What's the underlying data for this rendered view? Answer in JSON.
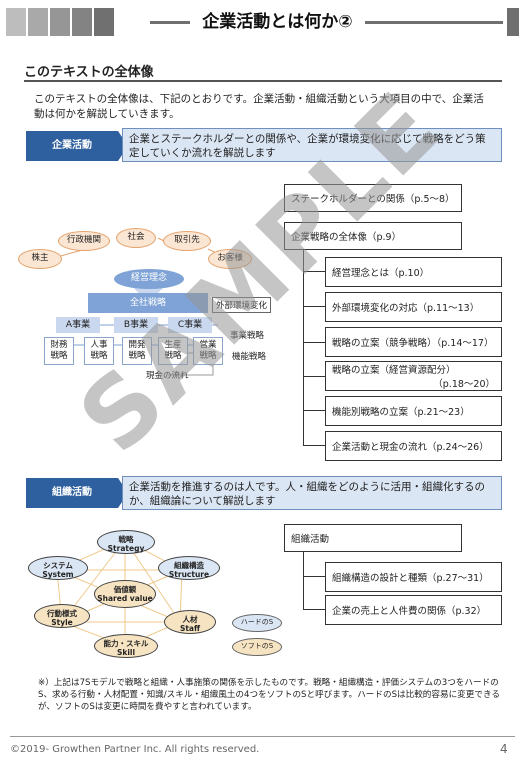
{
  "header": {
    "title": "企業活動とは何か②",
    "block_colors": [
      "#bdbdbd",
      "#a9a9a9",
      "#969696",
      "#838383",
      "#707070"
    ]
  },
  "subtitle": "このテキストの全体像",
  "intro": "このテキストの全体像は、下記のとおりです。企業活動・組織活動という大項目の中で、企業活動は何かを解説していきます。",
  "section1": {
    "label": "企業活動",
    "text": "企業とステークホルダーとの関係や、企業が環境変化に応じて戦略をどう策定していくか流れを解説します",
    "diagram": {
      "stakeholders": [
        "株主",
        "行政機関",
        "社会",
        "取引先",
        "お客様"
      ],
      "philosophy": "経営理念",
      "strategy": "全社戦略",
      "business": [
        "A事業",
        "B事業",
        "C事業"
      ],
      "functions": [
        {
          "line1": "財務",
          "line2": "戦略"
        },
        {
          "line1": "人事",
          "line2": "戦略"
        },
        {
          "line1": "開発",
          "line2": "戦略"
        },
        {
          "line1": "生産",
          "line2": "戦略"
        },
        {
          "line1": "営業",
          "line2": "戦略"
        }
      ],
      "external": "外部環境変化",
      "biz_strategy": "事業戦略",
      "func_strategy": "機能戦略",
      "cash_flow": "現金の流れ"
    },
    "toc_main": [
      "ステークホルダーとの関係（p.5〜8）",
      "企業戦略の全体像（p.9）"
    ],
    "toc_sub": [
      {
        "text": "経営理念とは（p.10）",
        "sub": ""
      },
      {
        "text": "外部環境変化の対応（p.11〜13）",
        "sub": ""
      },
      {
        "text": "戦略の立案（競争戦略）（p.14〜17）",
        "sub": ""
      },
      {
        "text": "戦略の立案（経営資源配分）",
        "sub": "（p.18〜20）"
      },
      {
        "text": "機能別戦略の立案（p.21〜23）",
        "sub": ""
      },
      {
        "text": "企業活動と現金の流れ（p.24〜26）",
        "sub": ""
      }
    ]
  },
  "section2": {
    "label": "組織活動",
    "text": "企業活動を推進するのは人です。人・組織をどのように活用・組織化するのか、組織論について解説します",
    "diagram": {
      "nodes": [
        {
          "ja": "戦略",
          "en": "Strategy"
        },
        {
          "ja": "システム",
          "en": "System"
        },
        {
          "ja": "組織構造",
          "en": "Structure"
        },
        {
          "ja": "価値観",
          "en": "Shared value"
        },
        {
          "ja": "行動様式",
          "en": "Style"
        },
        {
          "ja": "人材",
          "en": "Staff"
        },
        {
          "ja": "能力・スキル",
          "en": "Skill"
        }
      ],
      "legend_hard": "ハードのS",
      "legend_soft": "ソフトのS"
    },
    "toc_main": "組織活動",
    "toc_sub": [
      "組織構造の設計と種類（p.27〜31）",
      "企業の売上と人件費の関係（p.32）"
    ]
  },
  "note": "※）上記は7Sモデルで戦略と組織・人事施策の関係を示したものです。戦略・組織構造・評価システムの3つをハードのS、求める行動・人材配置・知識/スキル・組織風土の4つをソフトのSと呼びます。ハードのSは比較的容易に変更できるが、ソフトのSは変更に時間を費やすと言われています。",
  "watermark": "SAMPLE",
  "footer": {
    "copyright": "©2019- Growthen Partner Inc. All rights reserved.",
    "page": "4"
  }
}
